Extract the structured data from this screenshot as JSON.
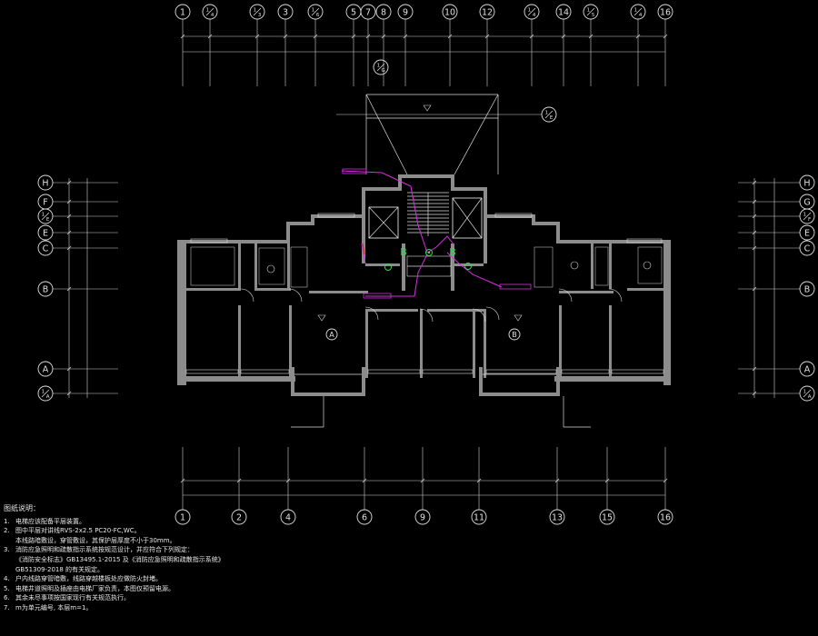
{
  "grid": {
    "top_axes": [
      "1",
      "1/4",
      "1/3",
      "3",
      "1/6",
      "5",
      "7",
      "8",
      "9",
      "10",
      "12",
      "1/4",
      "14",
      "1/5",
      "1/4",
      "16"
    ],
    "bottom_axes": [
      "1",
      "2",
      "4",
      "6",
      "9",
      "11",
      "13",
      "15",
      "16"
    ],
    "left_axes": [
      "H",
      "F",
      "1/E",
      "E",
      "C",
      "B",
      "A",
      "1/A"
    ],
    "right_axes": [
      "H",
      "G",
      "1/F",
      "E",
      "C",
      "B",
      "A",
      "1/A"
    ],
    "north_axes": [
      "1/G",
      "1/E"
    ]
  },
  "units": {
    "left": "A",
    "right": "B"
  },
  "elevator_marks": [
    "B",
    "B"
  ],
  "notes": {
    "title": "图纸说明：",
    "items": [
      {
        "num": "1.",
        "text": "电梯应该配备平层装置。"
      },
      {
        "num": "2.",
        "text": "图中平层对讲线RVS-2x2.5 PC20-FC,WC。"
      },
      {
        "num": "",
        "text": "本线路暗敷设，穿管敷设，其保护层厚度不小于30mm。"
      },
      {
        "num": "3.",
        "text": "消防应急照明和疏散指示系统按规范设计，并应符合下列规定："
      },
      {
        "num": "",
        "text": "《消防安全标志》GB13495.1-2015 及《消防应急照明和疏散指示系统》"
      },
      {
        "num": "",
        "text": "GB51309-2018 的有关规定。"
      },
      {
        "num": "4.",
        "text": "户内线路穿管暗敷，线路穿越楼板处应做防火封堵。"
      },
      {
        "num": "5.",
        "text": "电梯井道照明及插座由电梯厂家负责，本图仅预留电源。"
      },
      {
        "num": "6.",
        "text": "其余未尽事项按国家现行有关规范执行。"
      },
      {
        "num": "7.",
        "text": "m为单元编号, 本层m=1。"
      }
    ]
  }
}
